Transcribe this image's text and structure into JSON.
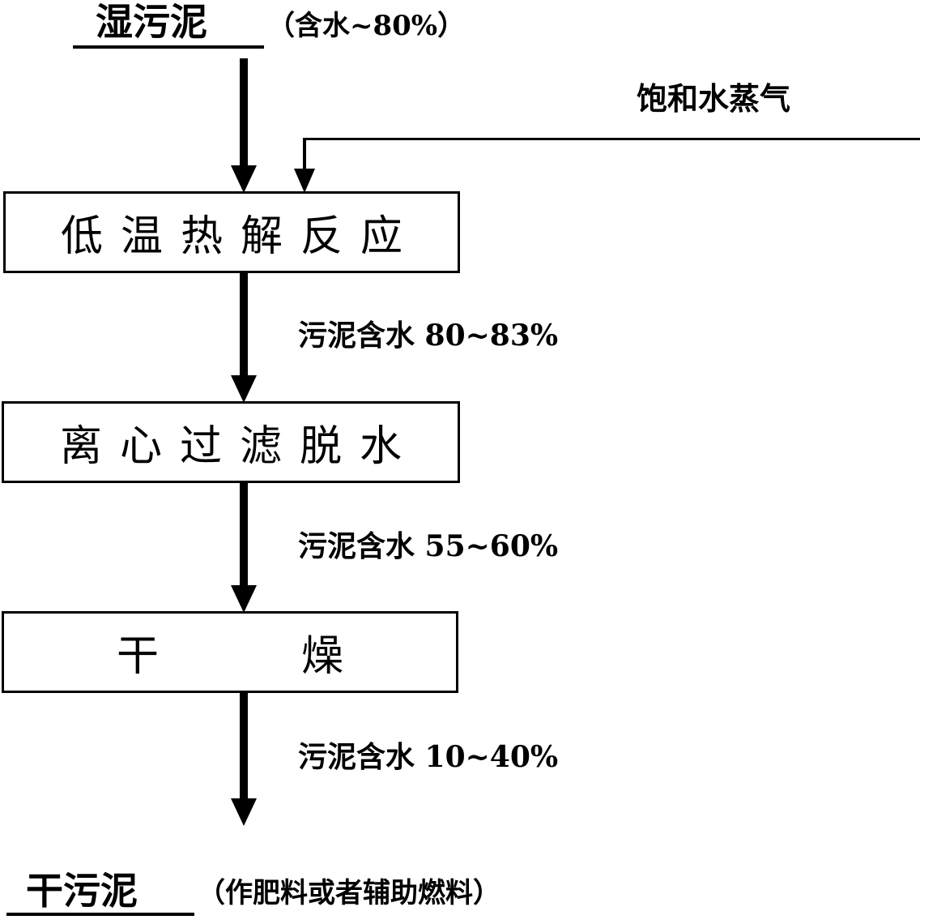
{
  "input": {
    "title": "湿污泥",
    "note": "（含水~80%）"
  },
  "steam": {
    "label": "饱和水蒸气"
  },
  "steps": [
    {
      "label": "低温热解反应"
    },
    {
      "label": "离心过滤脱水"
    },
    {
      "label": "干    燥"
    }
  ],
  "transitions": [
    {
      "label": "污泥含水 80~83%"
    },
    {
      "label": "污泥含水 55~60%"
    },
    {
      "label": "污泥含水 10~40%"
    }
  ],
  "output": {
    "title": "干污泥",
    "note": "（作肥料或者辅助燃料）"
  }
}
